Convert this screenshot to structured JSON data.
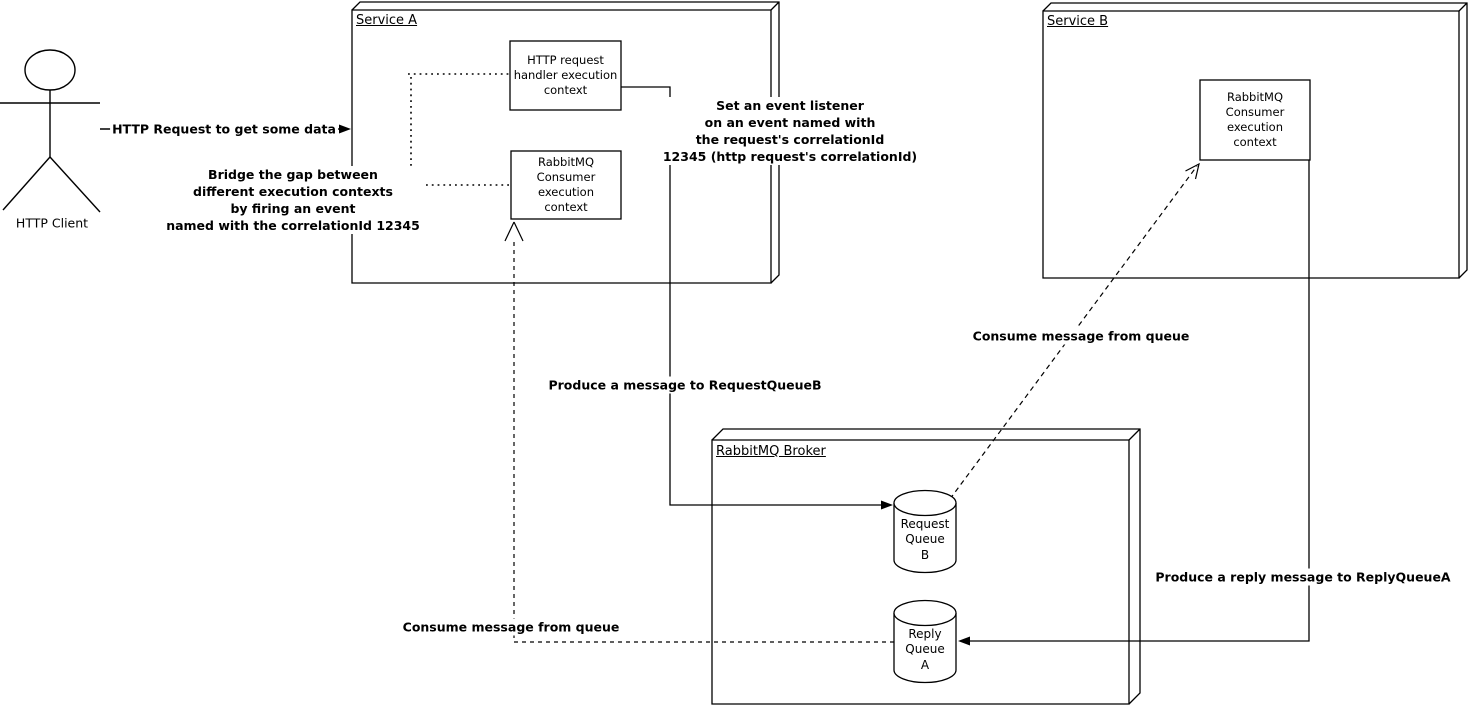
{
  "actor": {
    "label": "HTTP Client"
  },
  "containers": {
    "service_a": {
      "title": "Service A",
      "http_handler": "HTTP request\nhandler execution\ncontext",
      "consumer": "RabbitMQ\nConsumer\nexecution\ncontext"
    },
    "service_b": {
      "title": "Service B",
      "consumer": "RabbitMQ\nConsumer\nexecution\ncontext"
    },
    "broker": {
      "title": "RabbitMQ Broker",
      "request_queue": "Request\nQueue\nB",
      "reply_queue": "Reply\nQueue\nA"
    }
  },
  "edges": {
    "http_request": "HTTP Request to get some data",
    "produce_request": "Produce a message to RequestQueueB",
    "consume_upper": "Consume message from queue",
    "consume_lower": "Consume message from queue",
    "produce_reply": "Produce a reply message to ReplyQueueA"
  },
  "notes": {
    "bridge": "Bridge the gap between\ndifferent execution contexts\nby firing an event\nnamed with the correlationId 12345",
    "listener": "Set an event listener\non an event named with\nthe request's correlationId\n12345 (http request's correlationId)"
  },
  "colors": {
    "stroke": "#000000",
    "background": "#ffffff"
  }
}
